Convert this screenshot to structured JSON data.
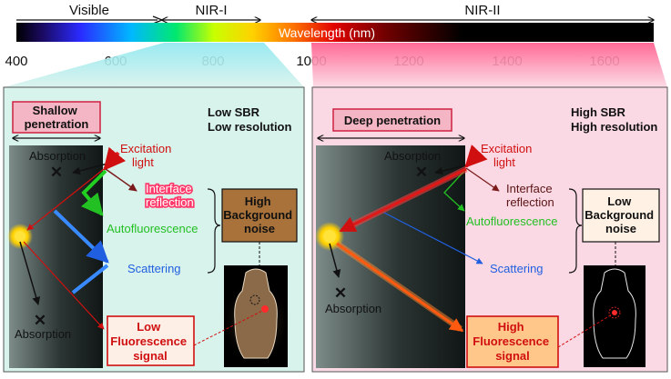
{
  "spectrum": {
    "bands": {
      "visible": "Visible",
      "nir1": "NIR-I",
      "nir2": "NIR-II"
    },
    "bar_label": "Wavelength (nm)",
    "ticks": [
      "400",
      "600",
      "800",
      "1000",
      "1200",
      "1400",
      "1600"
    ]
  },
  "left_panel": {
    "badge": "Shallow\npenetration",
    "sbr": "Low SBR",
    "resolution": "Low resolution",
    "excitation": "Excitation\nlight",
    "absorption_top": "Absorption",
    "absorption_bottom": "Absorption",
    "interface": "Interface\nreflection",
    "autofluorescence": "Autofluorescence",
    "scattering": "Scattering",
    "noise": "High\nBackground\nnoise",
    "signal": "Low\nFluorescence\nsignal"
  },
  "right_panel": {
    "badge": "Deep penetration",
    "sbr": "High SBR",
    "resolution": "High resolution",
    "excitation": "Excitation\nlight",
    "absorption_top": "Absorption",
    "absorption_bottom": "Absorption",
    "interface": "Interface\nreflection",
    "autofluorescence": "Autofluorescence",
    "scattering": "Scattering",
    "noise": "Low\nBackground\nnoise",
    "signal": "High\nFluorescence\nsignal"
  },
  "colors": {
    "left_panel_bg": "#d8f2ec",
    "right_panel_bg": "#fbd9e4",
    "tissue_dark": "#1f2a2a",
    "tissue_light": "#c3d3cf",
    "excitation": "#e02020",
    "autofluorescence": "#22c022",
    "scattering": "#2060e0",
    "signal": "#ff6a1a",
    "noise_high_bg": "#a8723a",
    "noise_low_bg": "#fff2e4"
  }
}
